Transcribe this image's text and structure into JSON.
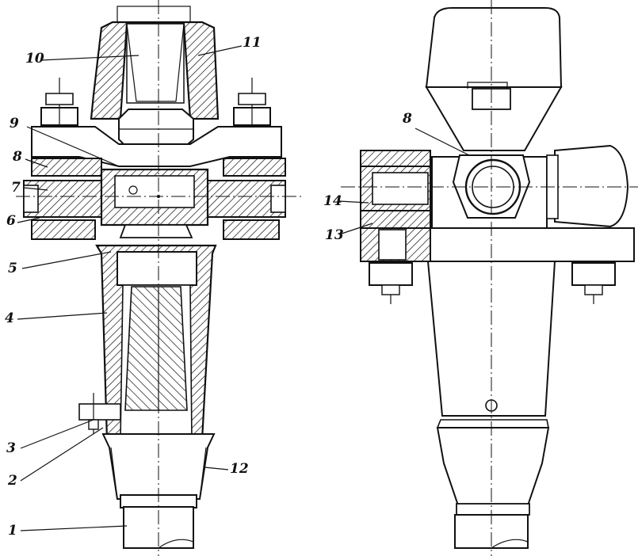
{
  "figure": {
    "callouts": [
      {
        "id": "c10",
        "text": "10"
      },
      {
        "id": "c11",
        "text": "11"
      },
      {
        "id": "c9",
        "text": "9"
      },
      {
        "id": "c8-left",
        "text": "8"
      },
      {
        "id": "c7",
        "text": "7"
      },
      {
        "id": "c6",
        "text": "6"
      },
      {
        "id": "c5",
        "text": "5"
      },
      {
        "id": "c4",
        "text": "4"
      },
      {
        "id": "c3",
        "text": "3"
      },
      {
        "id": "c2",
        "text": "2"
      },
      {
        "id": "c12",
        "text": "12"
      },
      {
        "id": "c1",
        "text": "1"
      },
      {
        "id": "c8-right",
        "text": "8"
      },
      {
        "id": "c14",
        "text": "14"
      },
      {
        "id": "c13",
        "text": "13"
      }
    ]
  }
}
